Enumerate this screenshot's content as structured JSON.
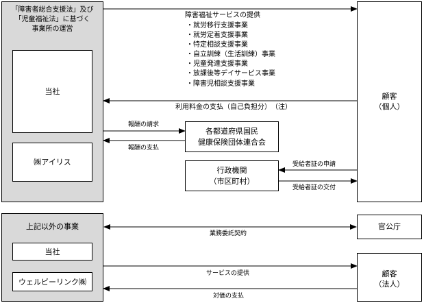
{
  "section1": {
    "header_lines": [
      "「障害者総合支援法」及び",
      "「児童福祉法」に基づく",
      "事業所の運営"
    ],
    "company_box": "当社",
    "subsidiary_box": "㈱アイリス"
  },
  "customer_individual": {
    "lines": [
      "顧客",
      "（個人）"
    ]
  },
  "service_provision": {
    "title": "障害福祉サービスの提供",
    "items": [
      "・就労移行支援事業",
      "・就労定着支援事業",
      "・特定相談支援事業",
      "・自立訓練（生活訓練）事業",
      "・児童発達支援事業",
      "・放課後等デイサービス事業",
      "・障害児相談支援事業"
    ]
  },
  "fee_payment": "利用料金の支払（自己負担分）　（注）",
  "federation": {
    "lines": [
      "各都道府県国民",
      "健康保険団体連合会"
    ],
    "request_label": "報酬の請求",
    "payment_label": "報酬の支払"
  },
  "government": {
    "lines": [
      "行政機関",
      "（市区町村）"
    ],
    "apply_label": "受給者証の申請",
    "issue_label": "受給者証の交付"
  },
  "section2": {
    "header": "上記以外の事業",
    "company_box": "当社",
    "subsidiary_box": "ウェルビーリンク㈱"
  },
  "public_office": {
    "label": "官公庁"
  },
  "contract_label": "業務委託契約",
  "customer_corporate": {
    "lines": [
      "顧客",
      "（法人）"
    ]
  },
  "service_label": "サービスの提供",
  "consideration_label": "対価の支払"
}
